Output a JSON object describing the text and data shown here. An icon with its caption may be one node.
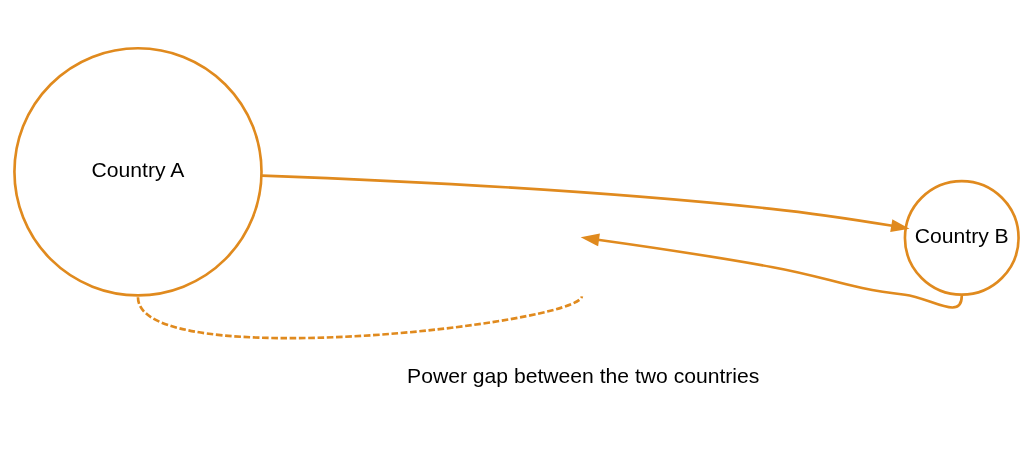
{
  "diagram": {
    "nodes": [
      {
        "text": [
          "Country A"
        ]
      },
      {
        "text": [
          "Country B"
        ]
      }
    ],
    "edges": [
      {
        "from": 0,
        "to": 1,
        "arrow": "to"
      },
      {
        "from": 1,
        "to": null,
        "arrow": "to"
      },
      {
        "from": 0,
        "to": null,
        "arrow": "none",
        "style": "dashed"
      }
    ],
    "labels": [
      "Power gap between the two countries"
    ]
  }
}
